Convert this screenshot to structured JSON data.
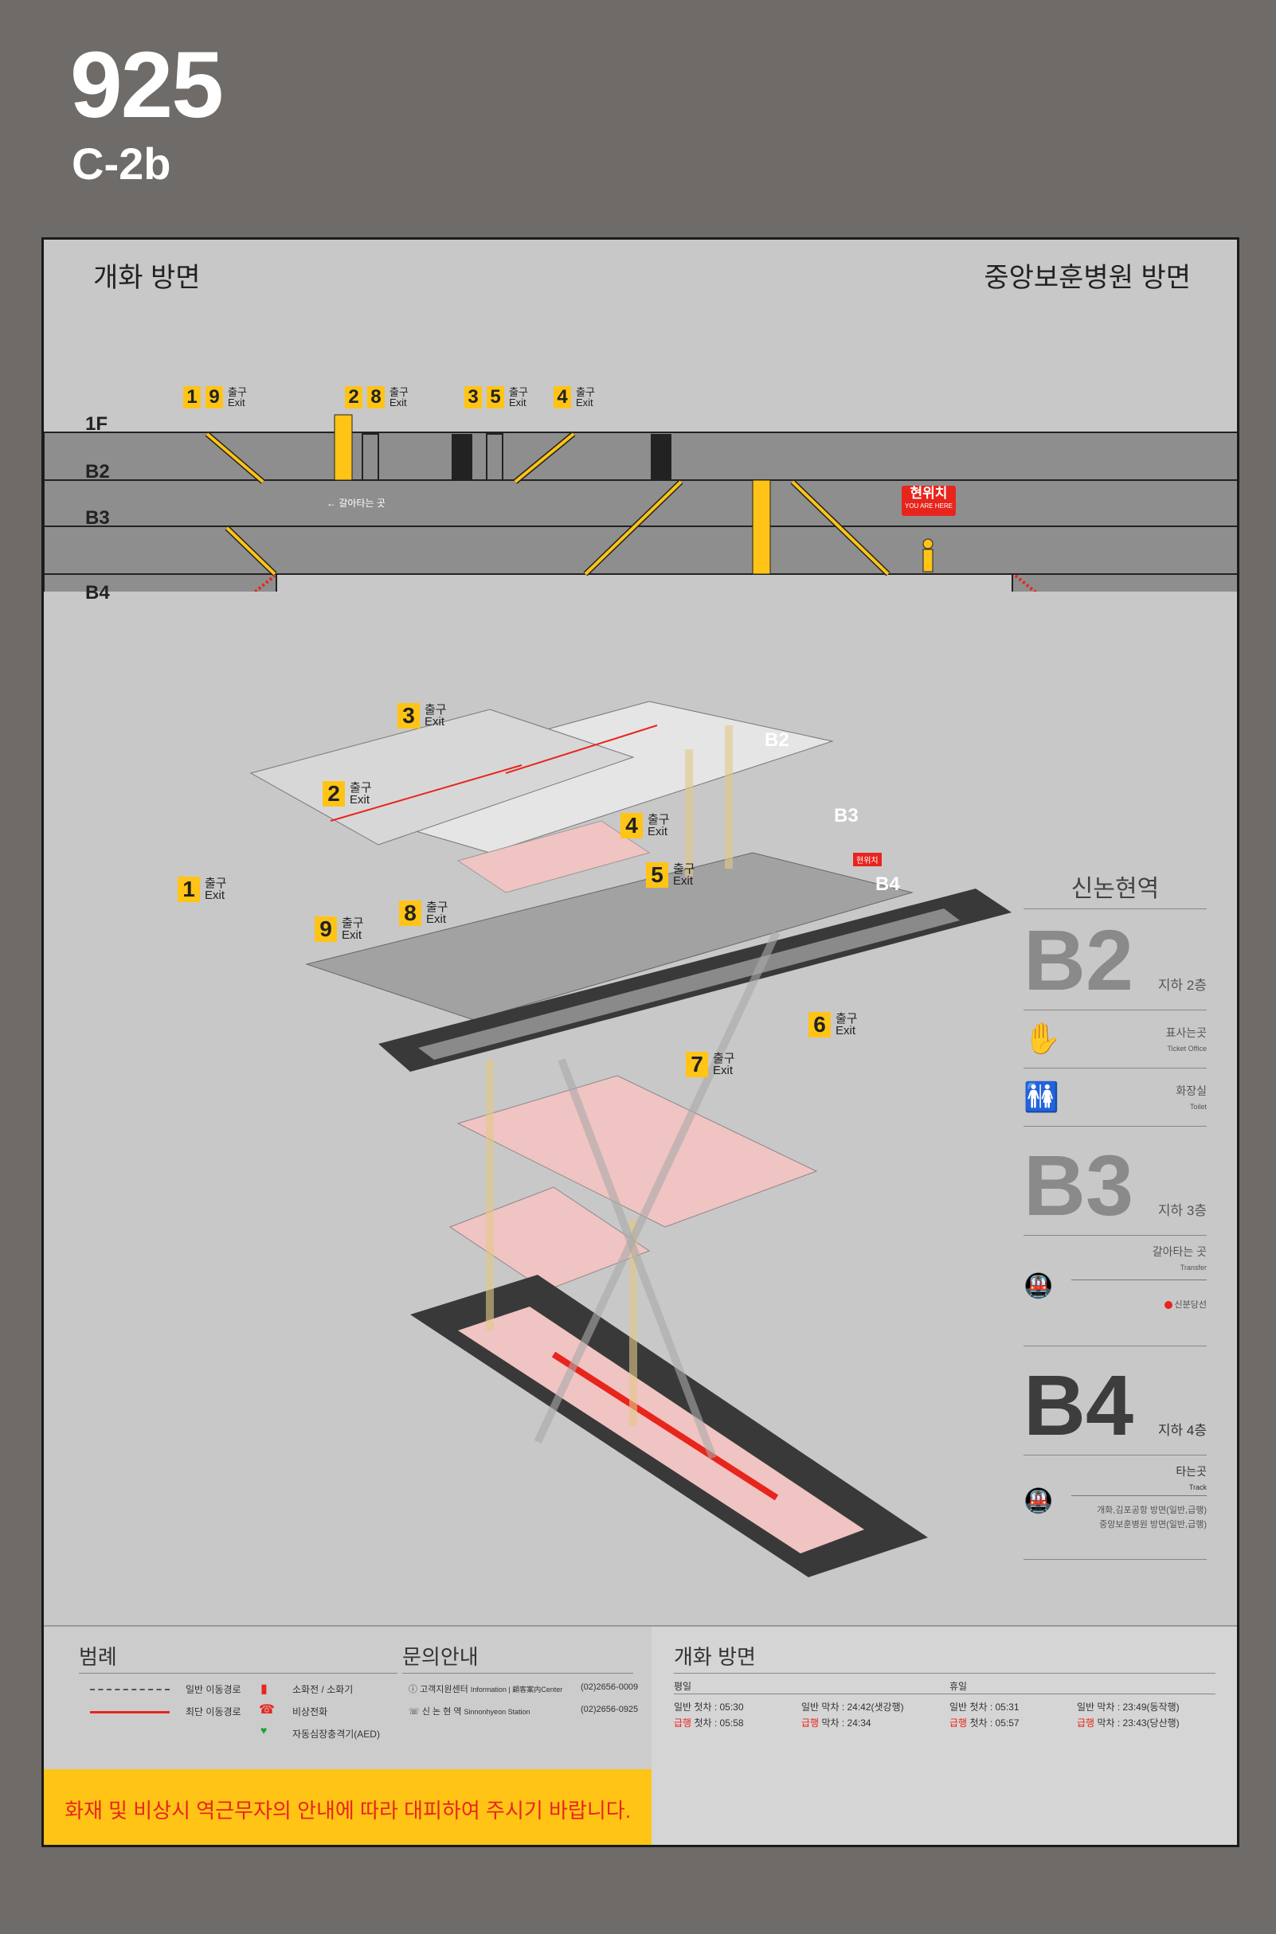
{
  "station": {
    "number": "925",
    "code": "C-2b"
  },
  "directions": {
    "left": "개화 방면",
    "right": "중앙보훈병원 방면"
  },
  "elevation": {
    "floors": [
      "1F",
      "B2",
      "B3",
      "B4"
    ],
    "exits": [
      {
        "nums": [
          "1",
          "9"
        ],
        "label": "출구",
        "en": "Exit"
      },
      {
        "nums": [
          "2",
          "8"
        ],
        "label": "출구",
        "en": "Exit"
      },
      {
        "nums": [
          "3",
          "5"
        ],
        "label": "출구",
        "en": "Exit"
      },
      {
        "nums": [
          "4"
        ],
        "label": "출구",
        "en": "Exit"
      }
    ],
    "transfer_label": "갈아타는 곳",
    "you_are_here": {
      "ko": "현위치",
      "en": "YOU ARE HERE"
    }
  },
  "map3d": {
    "floor_tags": [
      "B2",
      "B3",
      "B4"
    ],
    "exits": [
      {
        "num": "1",
        "label": "출구",
        "en": "Exit"
      },
      {
        "num": "2",
        "label": "출구",
        "en": "Exit"
      },
      {
        "num": "3",
        "label": "출구",
        "en": "Exit"
      },
      {
        "num": "4",
        "label": "출구",
        "en": "Exit"
      },
      {
        "num": "5",
        "label": "출구",
        "en": "Exit"
      },
      {
        "num": "6",
        "label": "출구",
        "en": "Exit"
      },
      {
        "num": "7",
        "label": "출구",
        "en": "Exit"
      },
      {
        "num": "8",
        "label": "출구",
        "en": "Exit"
      },
      {
        "num": "9",
        "label": "출구",
        "en": "Exit"
      }
    ],
    "you_are_here": "현위치"
  },
  "floor_guide": {
    "station_name": "신논현역",
    "b2": {
      "code": "B2",
      "label": "지하 2층",
      "items": [
        {
          "ko": "표사는곳",
          "en": "Ticket Office"
        },
        {
          "ko": "화장실",
          "en": "Toilet"
        }
      ]
    },
    "b3": {
      "code": "B3",
      "label": "지하 3층",
      "transfer": {
        "ko": "갈아타는 곳",
        "en": "Transfer"
      },
      "line": "신분당선"
    },
    "b4": {
      "code": "B4",
      "label": "지하 4층",
      "track": {
        "ko": "타는곳",
        "en": "Track"
      },
      "lines": [
        "개화,김포공항 방면(일반,급행)",
        "중앙보훈병원 방면(일반,급행)"
      ]
    }
  },
  "legend": {
    "title": "범례",
    "items": [
      {
        "route": "일반 이동경로",
        "facility": "소화전 / 소화기"
      },
      {
        "route": "최단 이동경로",
        "facility": "비상전화"
      },
      {
        "route": "",
        "facility": "자동심장충격기(AED)"
      }
    ]
  },
  "inquiry": {
    "title": "문의안내",
    "rows": [
      {
        "name": "고객지원센터",
        "en": "Information | 顧客案内Center",
        "phone": "(02)2656-0009"
      },
      {
        "name": "신 논 현 역",
        "en": "Sinnonhyeon Station",
        "phone": "(02)2656-0925"
      }
    ]
  },
  "timetable": {
    "title": "개화 방면",
    "weekday": {
      "label": "평일",
      "first_normal": "일반 첫차 : 05:30",
      "first_express_tag": "급행",
      "first_express": "첫차 : 05:58",
      "last_normal": "일반 막차 : 24:42(샛강행)",
      "last_express_tag": "급행",
      "last_express": "막차 : 24:34"
    },
    "holiday": {
      "label": "휴일",
      "first_normal": "일반 첫차 : 05:31",
      "first_express_tag": "급행",
      "first_express": "첫차 : 05:57",
      "last_normal": "일반 막차 : 23:49(동작행)",
      "last_express_tag": "급행",
      "last_express": "막차 : 23:43(당산행)"
    }
  },
  "notice": "화재 및 비상시 역근무자의 안내에 따라 대피하여 주시기 바랍니다.",
  "colors": {
    "accent": "#ffc415",
    "route_red": "#e8251d",
    "bg": "#6e6b69",
    "panel": "#c9c8c8"
  }
}
